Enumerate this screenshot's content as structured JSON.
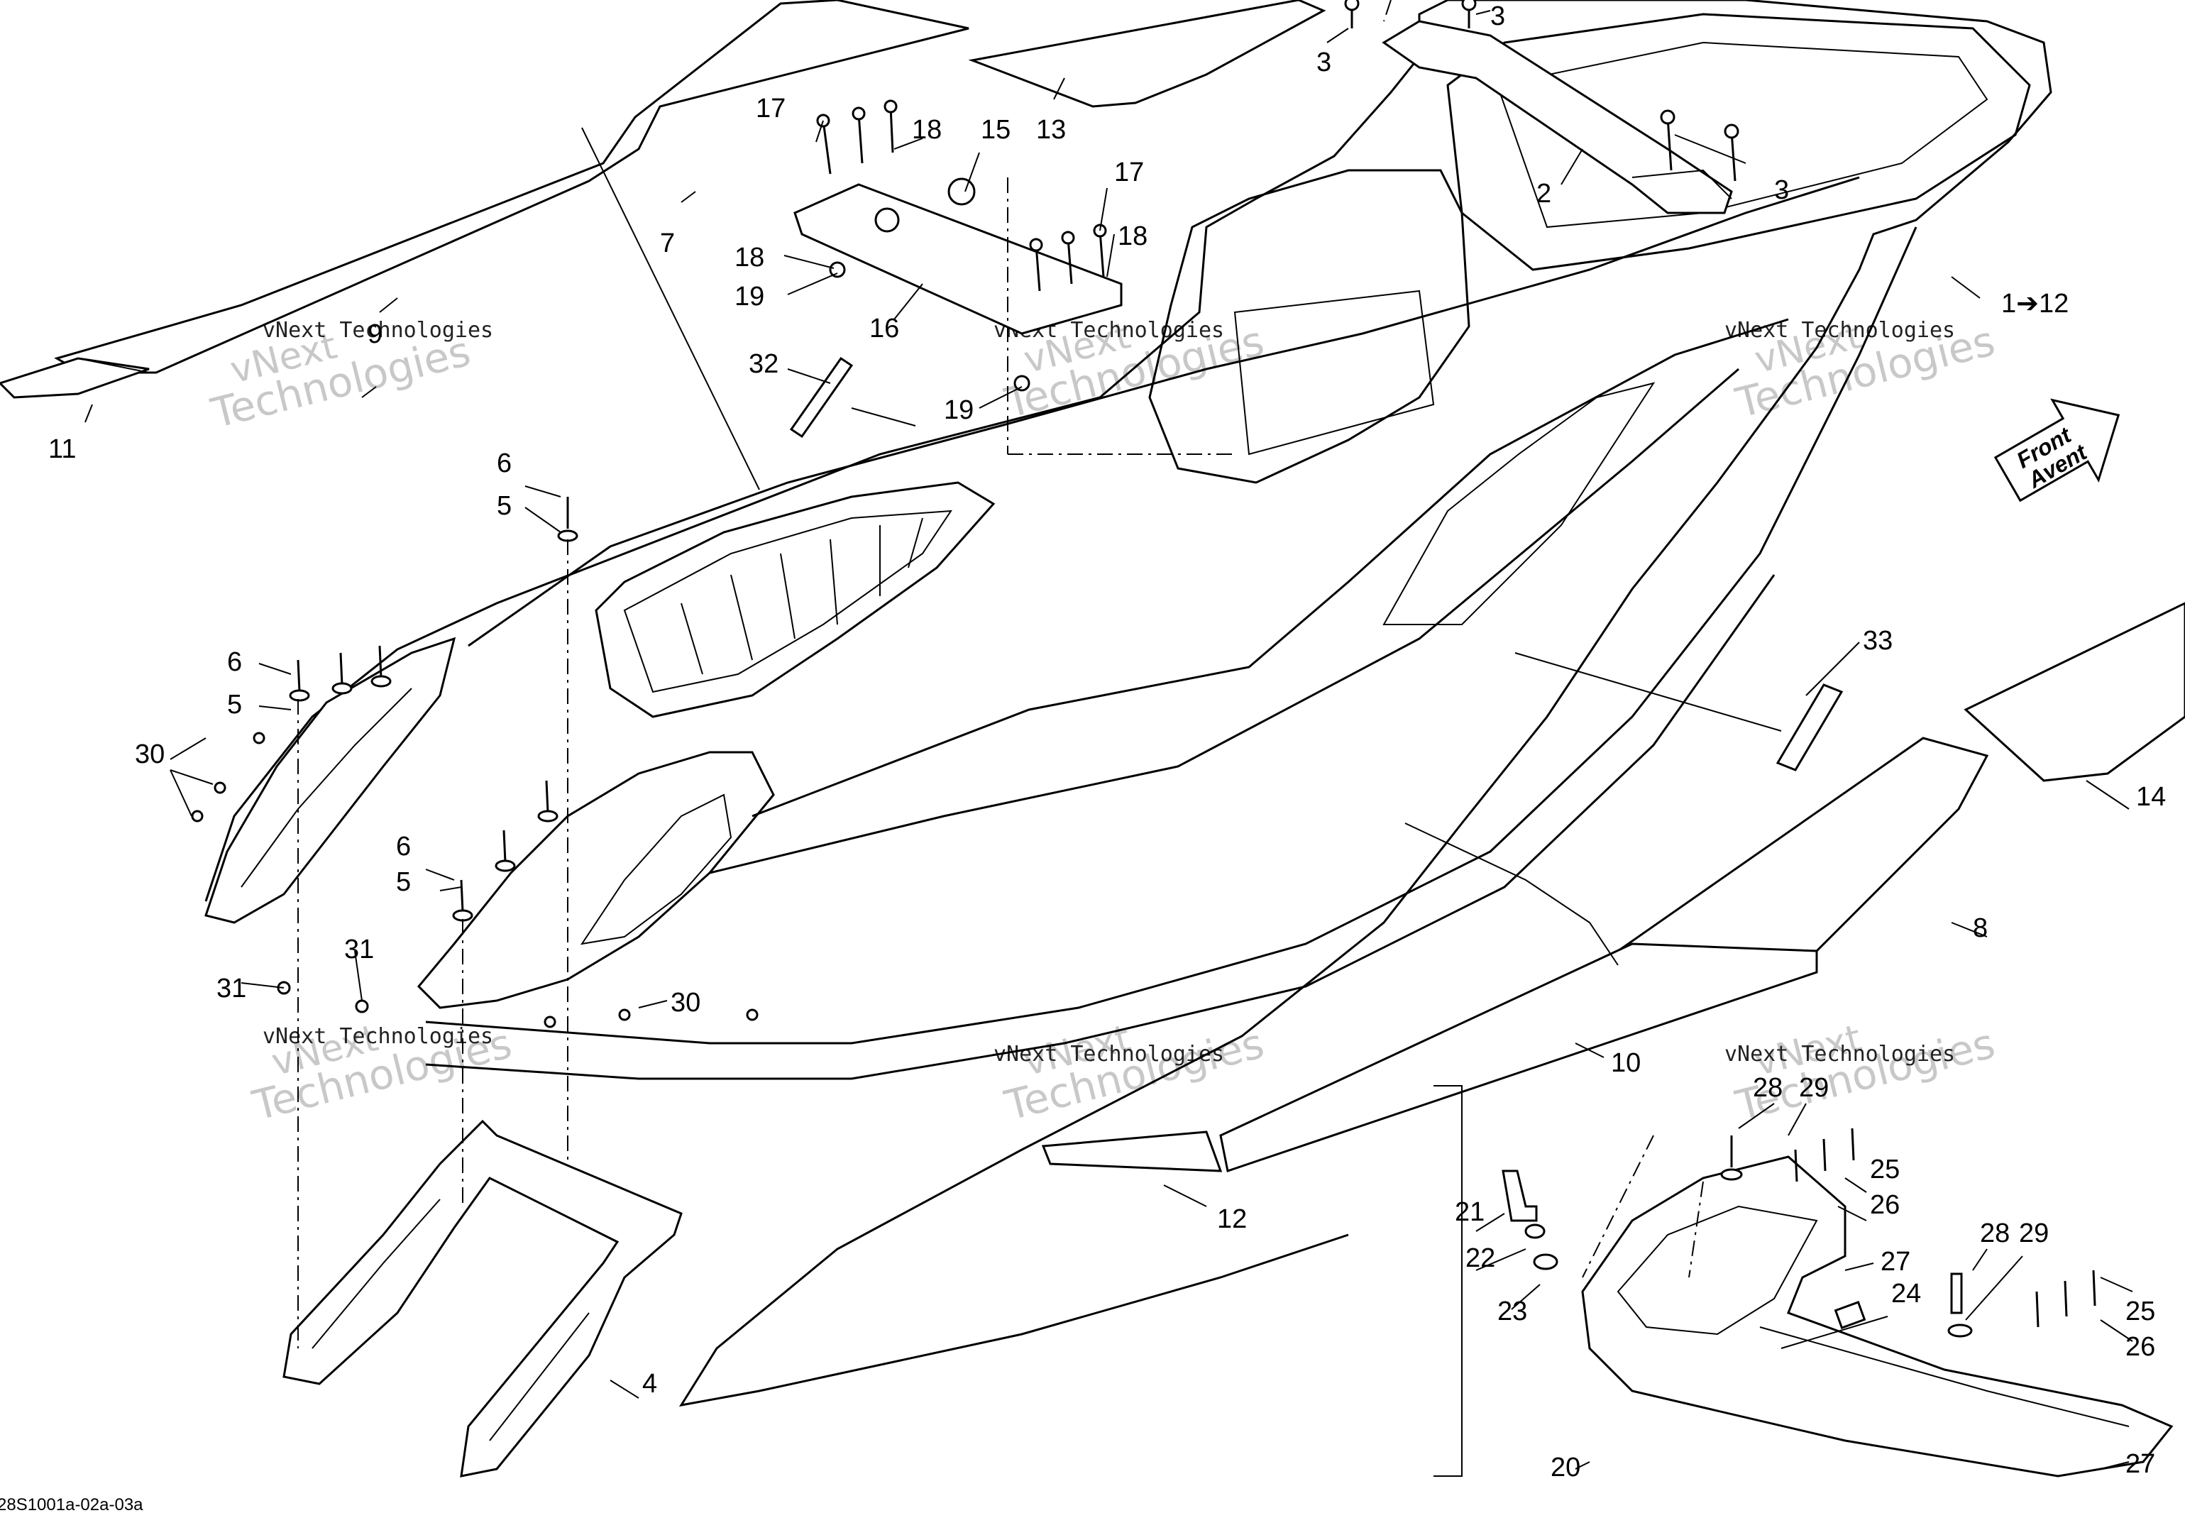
{
  "callouts": [
    "1➔12",
    "2",
    "3",
    "3",
    "3",
    "4",
    "5",
    "5",
    "5",
    "6",
    "6",
    "6",
    "7",
    "8",
    "9",
    "10",
    "11",
    "12",
    "13",
    "14",
    "15",
    "16",
    "17",
    "17",
    "18",
    "18",
    "18",
    "19",
    "19",
    "20",
    "21",
    "22",
    "23",
    "24",
    "25",
    "25",
    "26",
    "26",
    "27",
    "27",
    "28",
    "28",
    "29",
    "29",
    "30",
    "30",
    "31",
    "31",
    "32",
    "33"
  ],
  "direction_arrow": {
    "line1": "Front",
    "line2": "Avent"
  },
  "watermark": {
    "brand": "vNext",
    "name": "Technologies",
    "caption": "vNext Technologies"
  },
  "drawing_code": "28S1001a-02a-03a"
}
